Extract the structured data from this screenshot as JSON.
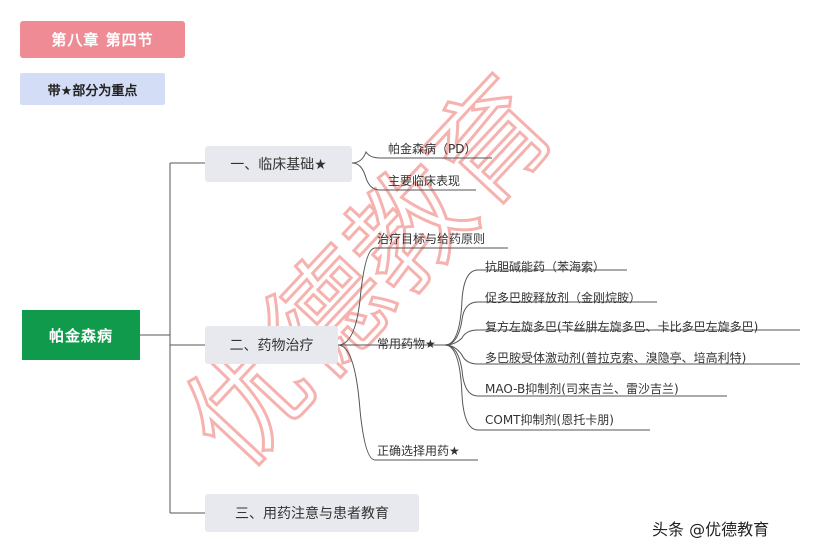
{
  "header": {
    "chapter_tag": "第八章  第四节",
    "note_tag": "带★部分为重点"
  },
  "mindmap": {
    "root": "帕金森病",
    "branches": [
      {
        "label": "一、临床基础★",
        "leaves": [
          "帕金森病（PD）",
          "主要临床表现"
        ]
      },
      {
        "label": "二、药物治疗",
        "leaves": [
          "治疗目标与给药原则",
          "常用药物★",
          "正确选择用药★"
        ],
        "sub": {
          "parent": "常用药物★",
          "leaves": [
            "抗胆碱能药（苯海索）",
            "促多巴胺释放剂（金刚烷胺）",
            "复方左旋多巴(苄丝肼左旋多巴、卡比多巴左旋多巴)",
            "多巴胺受体激动剂(普拉克索、溴隐亭、培高利特)",
            "MAO-B抑制剂(司来吉兰、雷沙吉兰)",
            "COMT抑制剂(恩托卡朋)"
          ]
        }
      },
      {
        "label": "三、用药注意与患者教育",
        "leaves": []
      }
    ]
  },
  "watermark": {
    "text": "优德教育",
    "color": "#f08080"
  },
  "footer": {
    "text": "头条 @优德教育"
  }
}
